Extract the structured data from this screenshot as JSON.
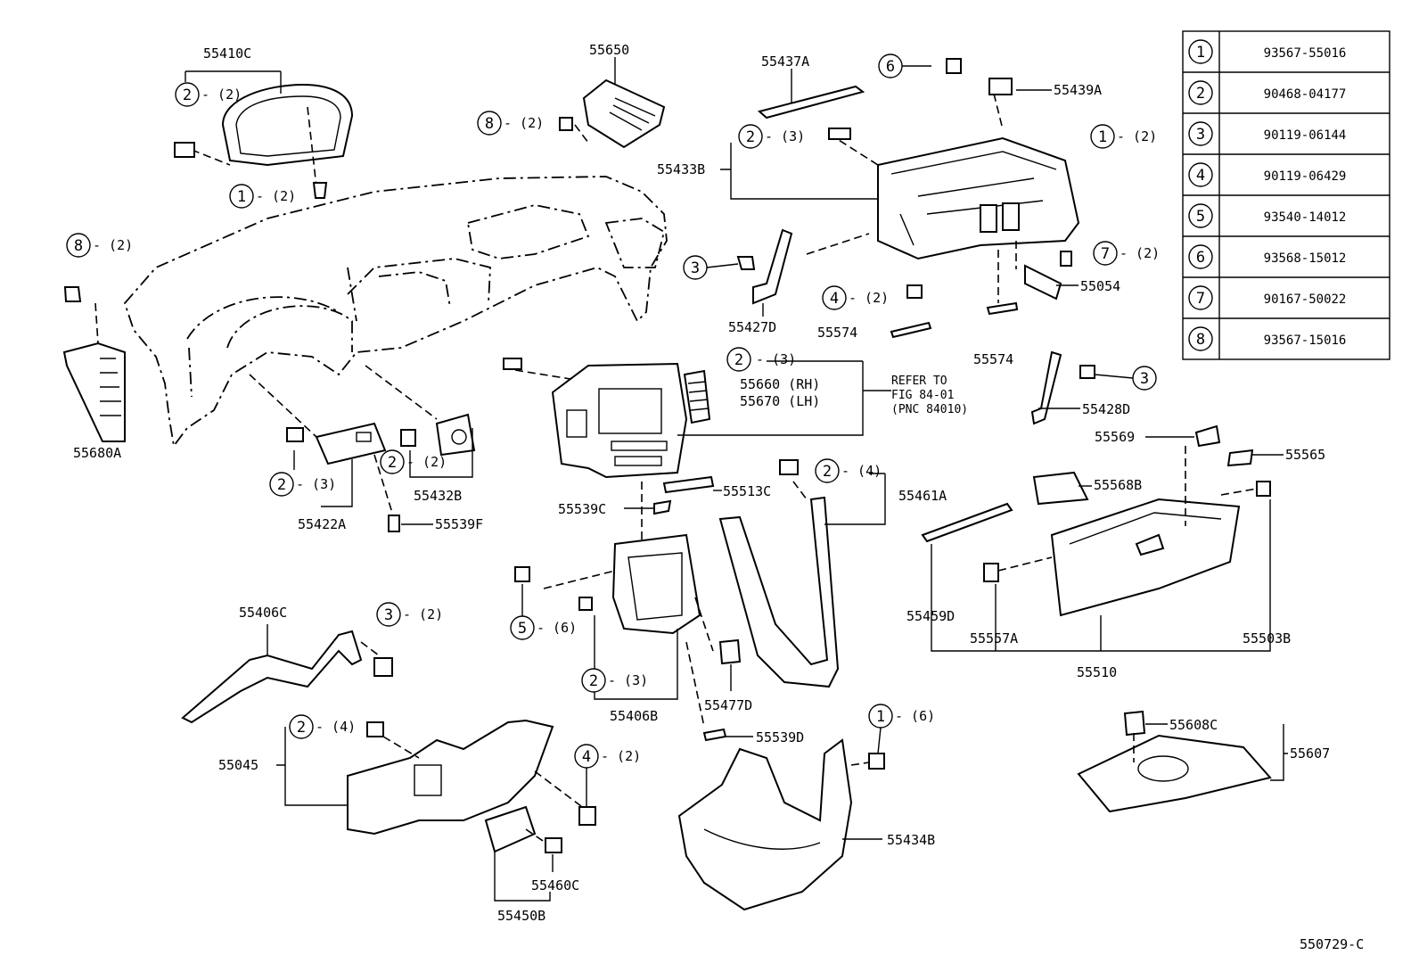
{
  "drawing_id": "550729-C",
  "note": {
    "line1": "REFER TO",
    "line2": "FIG 84-01",
    "line3": "(PNC 84010)"
  },
  "legend_table": [
    {
      "num": "1",
      "part": "93567-55016"
    },
    {
      "num": "2",
      "part": "90468-04177"
    },
    {
      "num": "3",
      "part": "90119-06144"
    },
    {
      "num": "4",
      "part": "90119-06429"
    },
    {
      "num": "5",
      "part": "93540-14012"
    },
    {
      "num": "6",
      "part": "93568-15012"
    },
    {
      "num": "7",
      "part": "90167-50022"
    },
    {
      "num": "8",
      "part": "93567-15016"
    }
  ],
  "part_labels": {
    "p55410C": "55410C",
    "p55650": "55650",
    "p55437A": "55437A",
    "p55439A": "55439A",
    "p55433B": "55433B",
    "p55427D": "55427D",
    "p55054": "55054",
    "p55574a": "55574",
    "p55574b": "55574",
    "p55680A": "55680A",
    "p55660": "55660 (RH)",
    "p55670": "55670 (LH)",
    "p55428D": "55428D",
    "p55432B": "55432B",
    "p55422A": "55422A",
    "p55539F": "55539F",
    "p55539C": "55539C",
    "p55513C": "55513C",
    "p55461A": "55461A",
    "p55569": "55569",
    "p55565": "55565",
    "p55568B": "55568B",
    "p55459D": "55459D",
    "p55557A": "55557A",
    "p55503B": "55503B",
    "p55510": "55510",
    "p55406C": "55406C",
    "p55406B": "55406B",
    "p55477D": "55477D",
    "p55539D": "55539D",
    "p55045": "55045",
    "p55460C": "55460C",
    "p55450B": "55450B",
    "p55434B": "55434B",
    "p55608C": "55608C",
    "p55607": "55607"
  },
  "callouts": {
    "c1": {
      "num": "2",
      "qty": "- (2)"
    },
    "c2": {
      "num": "1",
      "qty": "- (2)"
    },
    "c3": {
      "num": "8",
      "qty": "- (2)"
    },
    "c4": {
      "num": "6",
      "qty": ""
    },
    "c5": {
      "num": "2",
      "qty": "- (3)"
    },
    "c6": {
      "num": "1",
      "qty": "- (2)"
    },
    "c7": {
      "num": "3",
      "qty": ""
    },
    "c8": {
      "num": "4",
      "qty": "- (2)"
    },
    "c9": {
      "num": "7",
      "qty": "- (2)"
    },
    "c10": {
      "num": "8",
      "qty": "- (2)"
    },
    "c11": {
      "num": "2",
      "qty": "- (3)"
    },
    "c12": {
      "num": "3",
      "qty": ""
    },
    "c13": {
      "num": "2",
      "qty": "- (2)"
    },
    "c14": {
      "num": "2",
      "qty": "- (3)"
    },
    "c15": {
      "num": "2",
      "qty": "- (4)"
    },
    "c16": {
      "num": "3",
      "qty": "- (2)"
    },
    "c17": {
      "num": "5",
      "qty": "- (6)"
    },
    "c18": {
      "num": "2",
      "qty": "- (3)"
    },
    "c19": {
      "num": "2",
      "qty": "- (4)"
    },
    "c20": {
      "num": "4",
      "qty": "- (2)"
    },
    "c21": {
      "num": "1",
      "qty": "- (6)"
    }
  }
}
